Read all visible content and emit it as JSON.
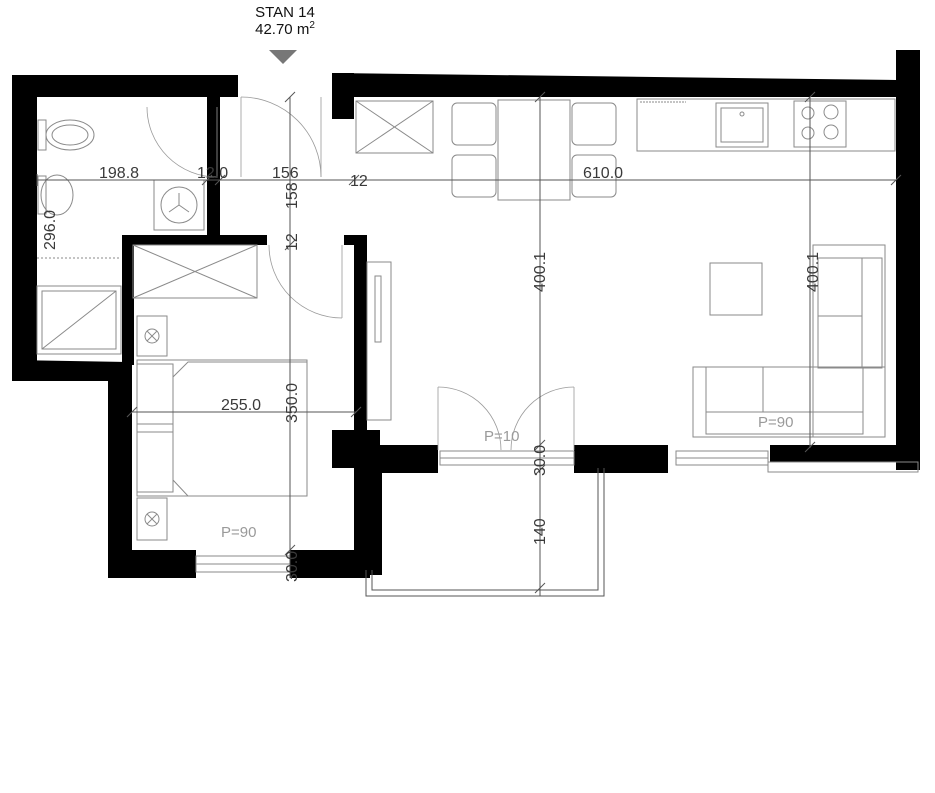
{
  "header": {
    "title": "STAN 14",
    "area_value": "42.70 m",
    "area_exponent": "2"
  },
  "dimensions": {
    "wc_width": "198.8",
    "wall_12_0": "12.0",
    "hall_156": "156",
    "hall_158": "158",
    "wall_12_a": "12",
    "wall_12_b": "12",
    "living_width": "610.0",
    "bathroom_depth": "296.0",
    "living_depth_a": "400.1",
    "living_depth_b": "400.1",
    "bedroom_width": "255.0",
    "bedroom_depth": "350.0",
    "wall_30_a": "30.0",
    "wall_30_b": "30.0",
    "balcony_depth": "140"
  },
  "openings": {
    "bedroom_window": "P=90",
    "living_window": "P=90",
    "balcony_door": "P=10"
  },
  "colors": {
    "wall": "#000000",
    "fixture": "#8a8a8a",
    "dimension": "#555555"
  }
}
